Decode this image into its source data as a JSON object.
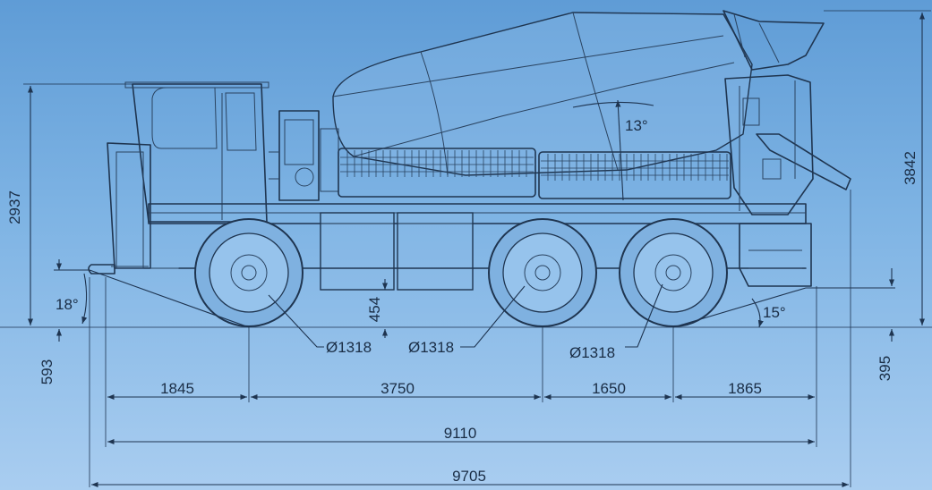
{
  "dimensions": {
    "overall_length": "9705",
    "wheelbase_total": "9110",
    "front_overhang": "1845",
    "wheelbase_1_2": "3750",
    "wheelbase_2_3": "1650",
    "rear_overhang": "1865",
    "overall_height": "3842",
    "cab_height": "2937",
    "front_bumper_height": "593",
    "rear_ground_clearance": "395",
    "center_ground_clearance": "454",
    "approach_angle": "18°",
    "departure_angle": "15°",
    "drum_tilt_angle": "13°",
    "tyre_diameter_front": "Ø1318",
    "tyre_diameter_middle": "Ø1318",
    "tyre_diameter_rear": "Ø1318"
  },
  "colors": {
    "line": "#1f3550",
    "background_top": "#5f9cd6",
    "background_bottom": "#a9cdf0"
  }
}
